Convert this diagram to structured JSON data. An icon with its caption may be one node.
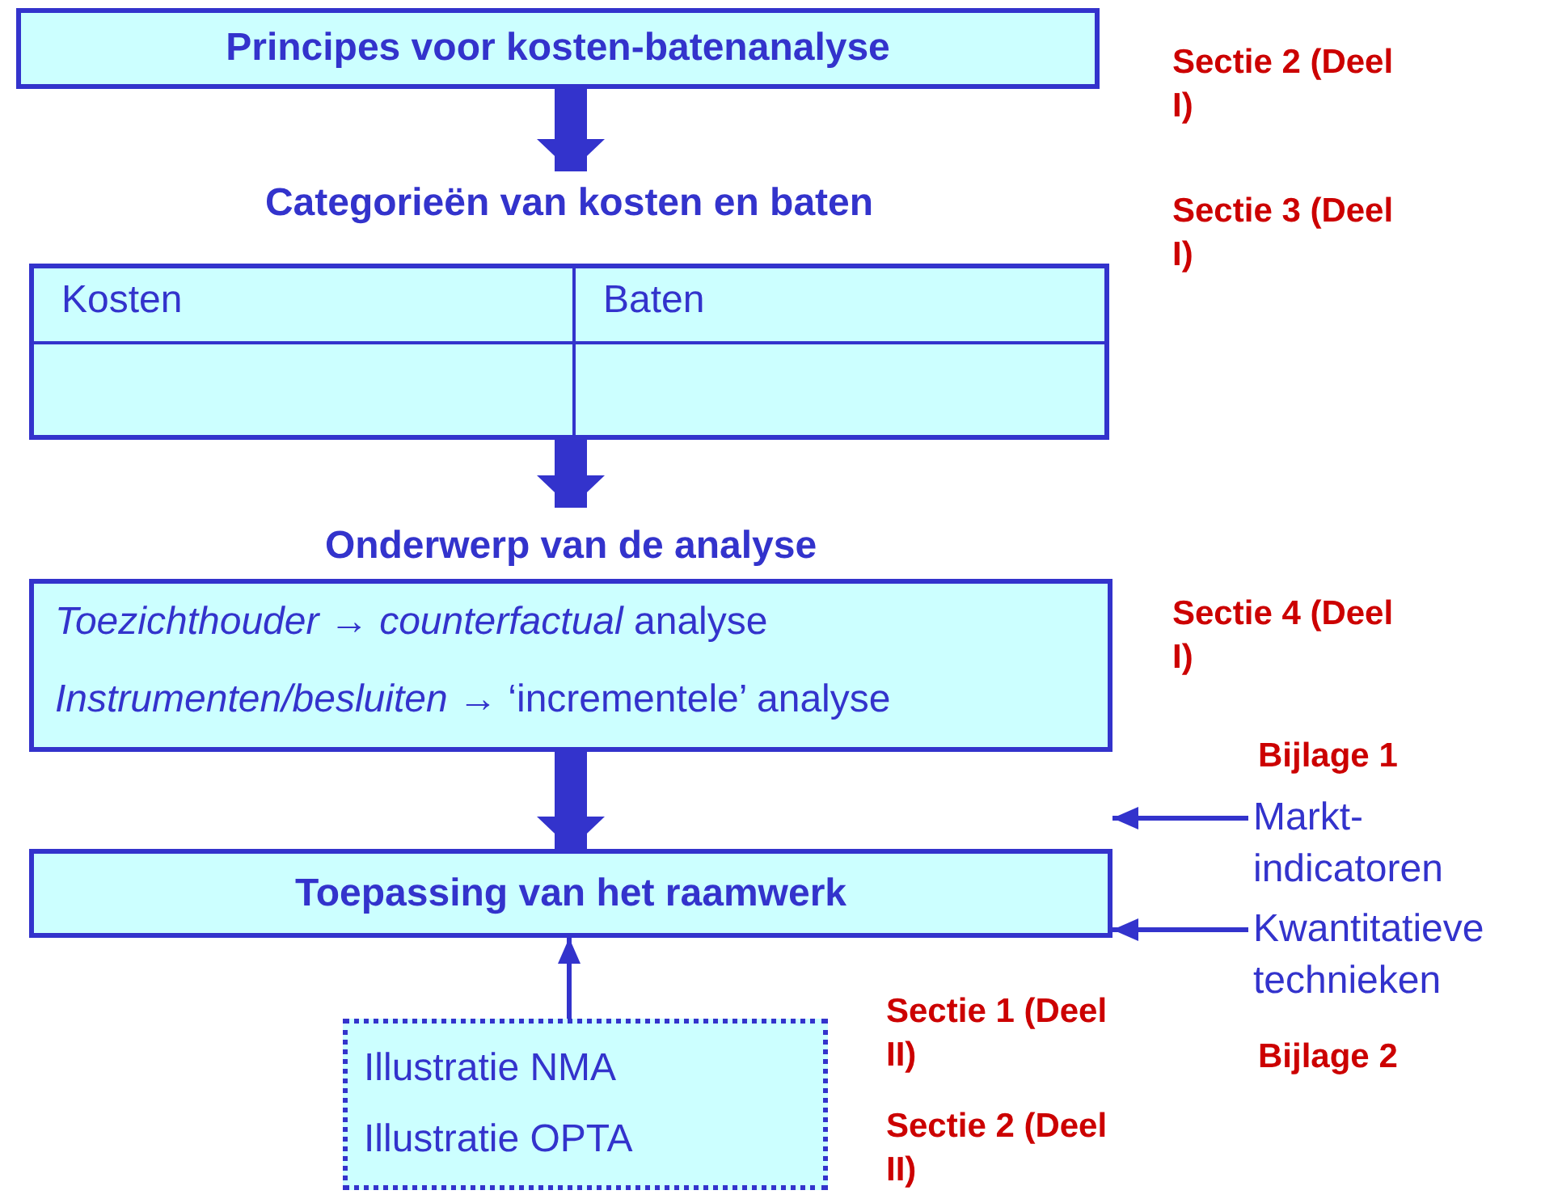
{
  "diagram": {
    "nodes": [
      {
        "text": [
          "Principes voor kosten-batenanalyse"
        ]
      },
      {
        "text": [
          "Categorieën van kosten en baten",
          "Kosten",
          "Baten"
        ]
      },
      {
        "text": [
          "Onderwerp van de analyse",
          "*Toezichthouder* → *counterfactual* analyse",
          "*Instrumenten/besluiten* → ‘incrementele’ analyse"
        ]
      },
      {
        "text": [
          "Toepassing van het raamwerk"
        ]
      },
      {
        "text": [
          "Illustratie NMA",
          "Illustratie OPTA"
        ]
      },
      {
        "text": [
          "Markt-indicatoren"
        ]
      },
      {
        "text": [
          "Kwantitatieve technieken"
        ]
      }
    ],
    "edges": [
      {
        "from": 0,
        "to": 1,
        "arrow": "to",
        "style": "thick"
      },
      {
        "from": 1,
        "to": 2,
        "arrow": "to",
        "style": "thick"
      },
      {
        "from": 2,
        "to": 3,
        "arrow": "to",
        "style": "thick"
      },
      {
        "from": 4,
        "to": 3,
        "arrow": "to"
      },
      {
        "from": 5,
        "to": 3,
        "arrow": "to"
      },
      {
        "from": 6,
        "to": 3,
        "arrow": "to"
      }
    ],
    "labels": [
      "Sectie 2 (Deel I)",
      "Sectie 3 (Deel I)",
      "Sectie 4 (Deel I)",
      "Bijlage 1",
      "Sectie 1 (Deel II)",
      "Bijlage 2",
      "Sectie 2 (Deel II)"
    ]
  }
}
